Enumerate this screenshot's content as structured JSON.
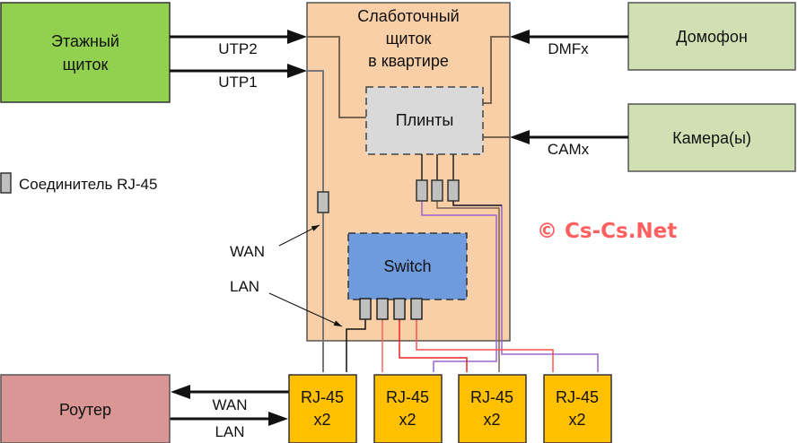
{
  "colors": {
    "floor_panel": "#92d050",
    "device_box": "#d1e0b3",
    "apartment_panel": "#f8cfa6",
    "plinths": "#d9d9d9",
    "switch": "#6f9bdc",
    "connector": "#c0c0c0",
    "router": "#d99694",
    "rj45_box": "#ffc000",
    "red_cable": "#ff5050",
    "purple_cable": "#9966cc",
    "brown_cable": "#7b6450",
    "watermark": "#ff5f5f"
  },
  "nodes": {
    "floor_panel": {
      "line1": "Этажный",
      "line2": "щиток"
    },
    "apartment_panel": {
      "line1": "Слаботочный",
      "line2": "щиток",
      "line3": "в квартире"
    },
    "plinths": {
      "label": "Плинты"
    },
    "switch": {
      "label": "Switch"
    },
    "intercom": {
      "label": "Домофон"
    },
    "cameras": {
      "label": "Камера(ы)"
    },
    "router": {
      "label": "Роутер"
    },
    "rj45_boxes": [
      {
        "line1": "RJ-45",
        "line2": "x2"
      },
      {
        "line1": "RJ-45",
        "line2": "x2"
      },
      {
        "line1": "RJ-45",
        "line2": "x2"
      },
      {
        "line1": "RJ-45",
        "line2": "x2"
      }
    ]
  },
  "edges": {
    "utp2": "UTP2",
    "utp1": "UTP1",
    "dmfx": "DMFx",
    "camx": "CAMx",
    "router_wan": "WAN",
    "router_lan": "LAN",
    "callout_wan": "WAN",
    "callout_lan": "LAN"
  },
  "legend": {
    "connector_label": "Соединитель RJ-45"
  },
  "watermark": "© Cs-Cs.Net"
}
